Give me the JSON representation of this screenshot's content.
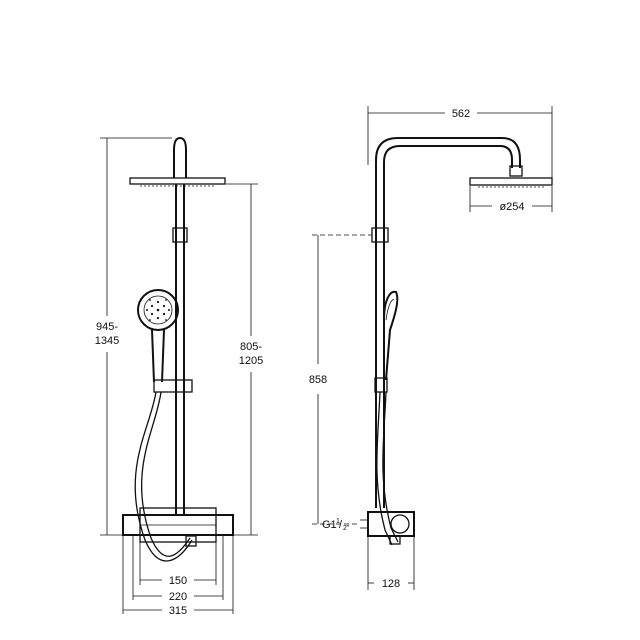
{
  "dimensions": {
    "front_total_height_line1": "945-",
    "front_total_height_line2": "1345",
    "front_bar_height_line1": "805-",
    "front_bar_height_line2": "1205",
    "front_width_150": "150",
    "front_width_220": "220",
    "front_width_315": "315",
    "side_projection": "562",
    "side_head_diameter": "ø254",
    "side_height": "858",
    "side_connection_prefix": "G1",
    "side_connection_num": "1",
    "side_connection_slash": "/",
    "side_connection_den": "2\"",
    "side_depth": "128"
  }
}
